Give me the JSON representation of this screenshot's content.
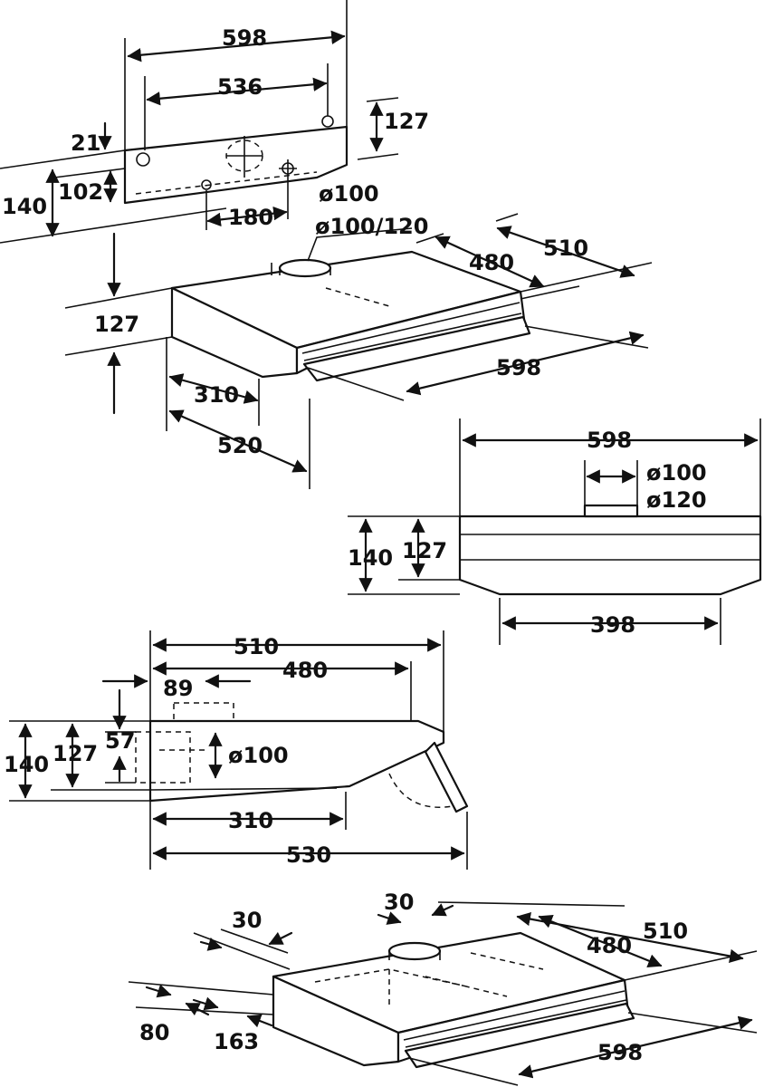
{
  "view_bracket": {
    "d598": "598",
    "d536": "536",
    "d127": "127",
    "d21": "21",
    "d102": "102",
    "d140": "140",
    "d180": "180",
    "d100": "ø100"
  },
  "view_iso_top": {
    "d_duct": "ø100/120",
    "d510": "510",
    "d480": "480",
    "d127": "127",
    "d598": "598",
    "d310": "310",
    "d520": "520"
  },
  "view_front": {
    "d598": "598",
    "d100": "ø100",
    "d120": "ø120",
    "d140": "140",
    "d127": "127",
    "d398": "398"
  },
  "view_side": {
    "d510": "510",
    "d480": "480",
    "d89": "89",
    "d140": "140",
    "d127": "127",
    "d57": "57",
    "d100": "ø100",
    "d310": "310",
    "d530": "530"
  },
  "view_iso_bottom": {
    "d30a": "30",
    "d30b": "30",
    "d510": "510",
    "d480": "480",
    "d80": "80",
    "d163": "163",
    "d598": "598"
  }
}
